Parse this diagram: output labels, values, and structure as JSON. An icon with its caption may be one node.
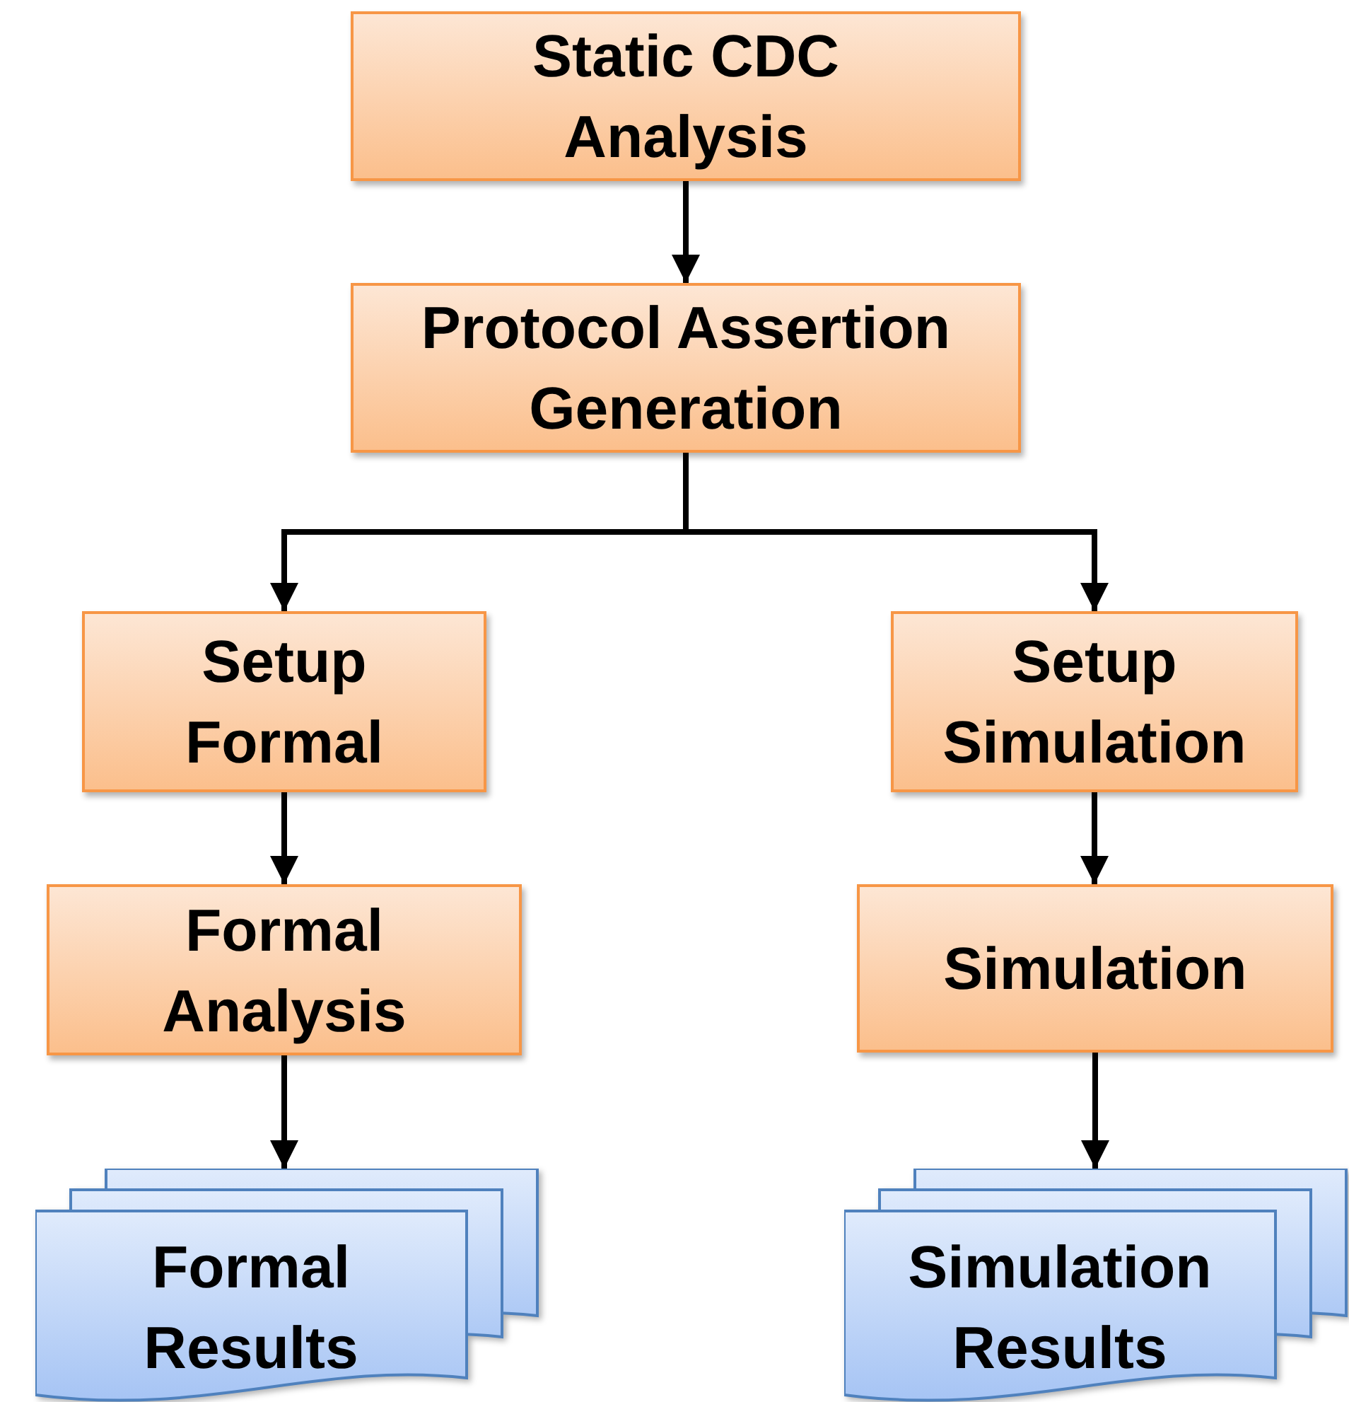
{
  "diagram": {
    "nodes": [
      {
        "text": [
          "Static CDC Analysis"
        ]
      },
      {
        "text": [
          "Protocol Assertion Generation"
        ]
      },
      {
        "text": [
          "Setup Formal"
        ]
      },
      {
        "text": [
          "Setup Simulation"
        ]
      },
      {
        "text": [
          "Formal Analysis"
        ]
      },
      {
        "text": [
          "Simulation"
        ]
      },
      {
        "text": [
          "Formal Results"
        ]
      },
      {
        "text": [
          "Simulation Results"
        ]
      }
    ],
    "edges": [
      {
        "from": 0,
        "to": 1,
        "arrow": "to"
      },
      {
        "from": 1,
        "to": 2,
        "arrow": "to"
      },
      {
        "from": 1,
        "to": 3,
        "arrow": "to"
      },
      {
        "from": 2,
        "to": 4,
        "arrow": "to"
      },
      {
        "from": 3,
        "to": 5,
        "arrow": "to"
      },
      {
        "from": 4,
        "to": 6,
        "arrow": "to"
      },
      {
        "from": 5,
        "to": 7,
        "arrow": "to"
      }
    ]
  }
}
